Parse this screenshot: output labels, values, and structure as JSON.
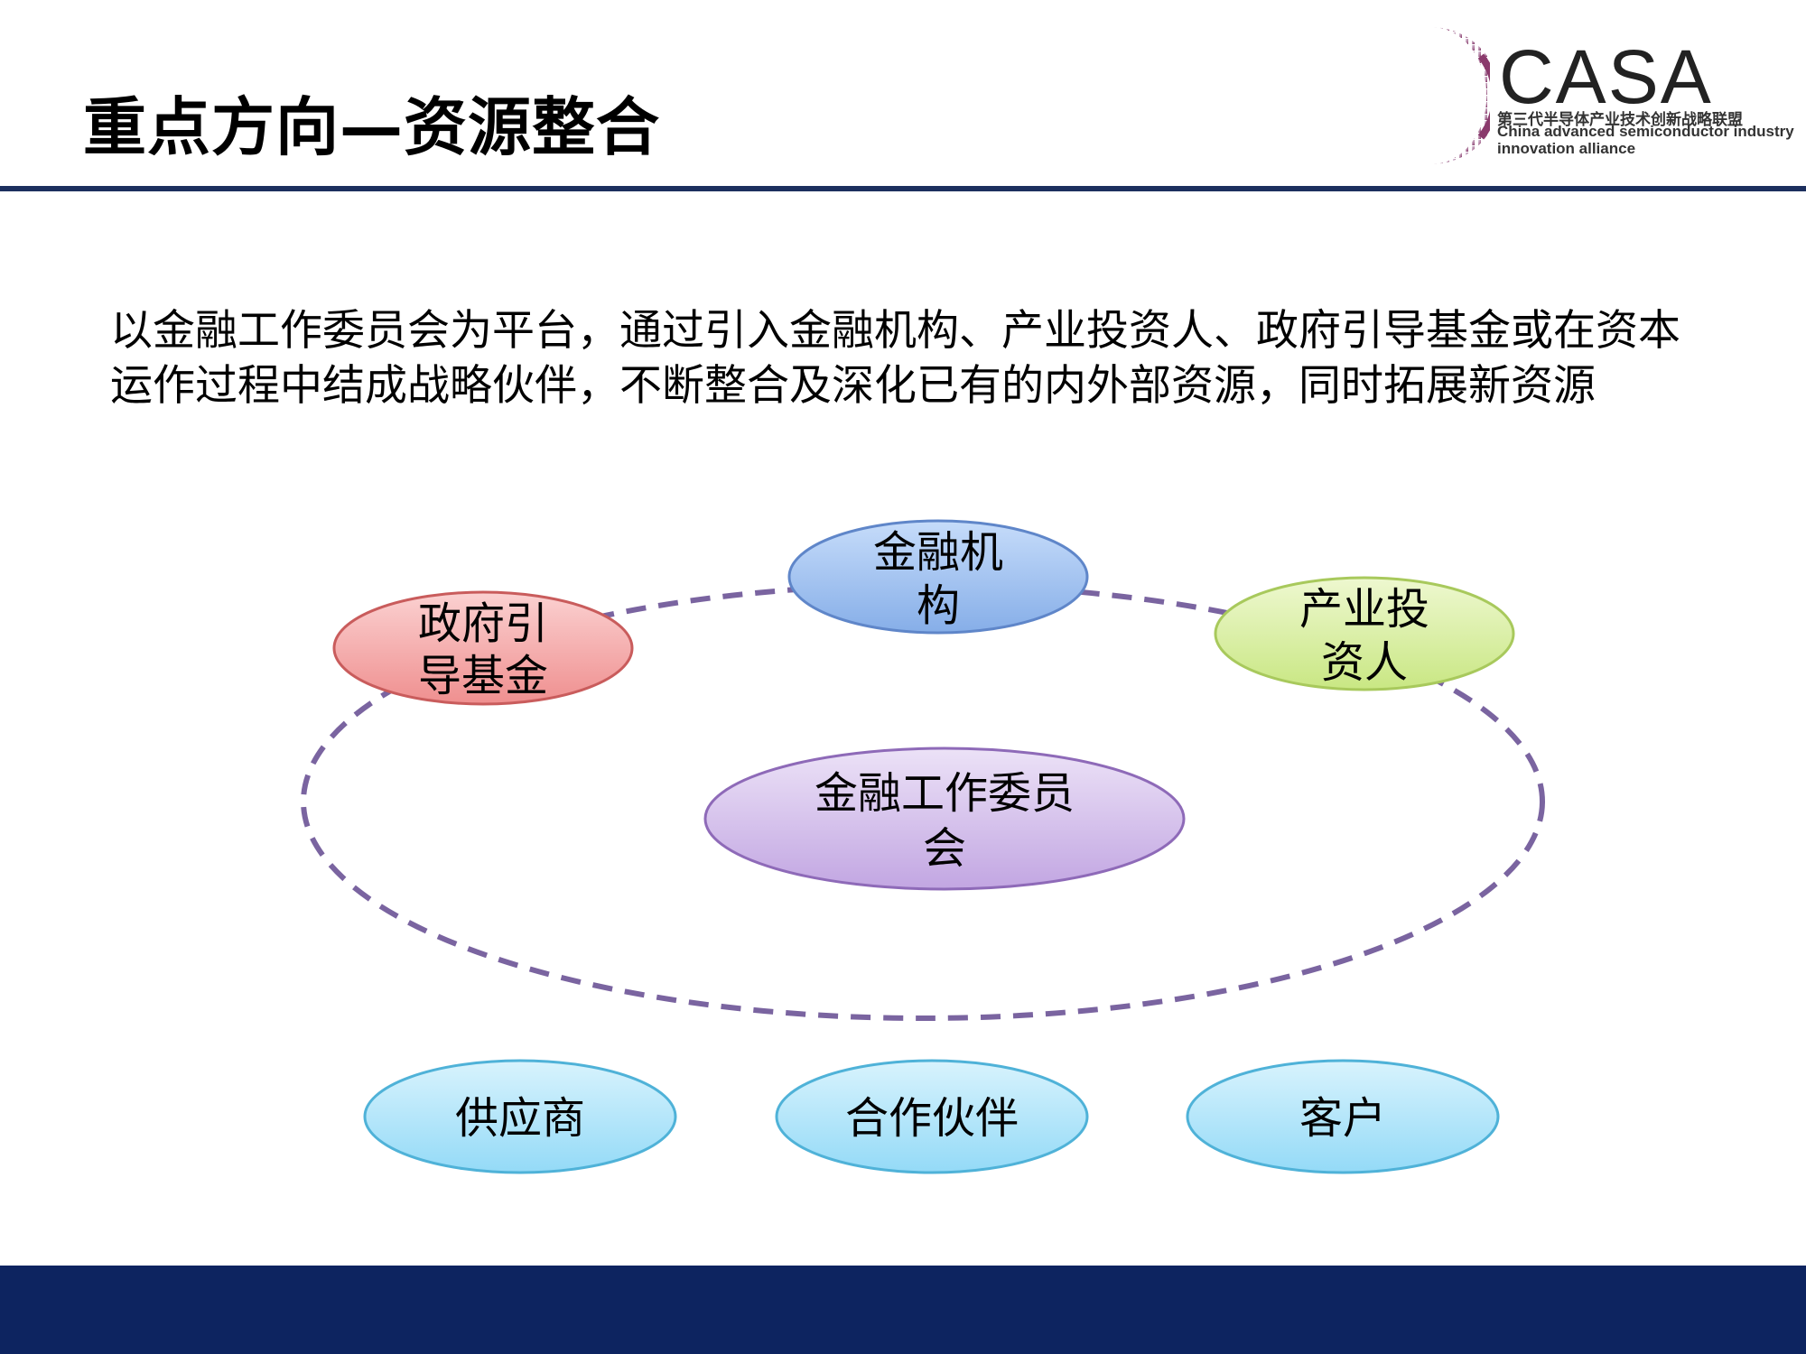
{
  "header": {
    "title": "重点方向—资源整合"
  },
  "logo": {
    "wordmark": "CASA",
    "name_cn": "第三代半导体产业技术创新战略联盟",
    "name_en": "China advanced semiconductor industry innovation alliance"
  },
  "body": {
    "text": "以金融工作委员会为平台，通过引入金融机构、产业投资人、政府引导基金或在资本运作过程中结成战略伙伴，不断整合及深化已有的内外部资源，同时拓展新资源"
  },
  "diagram": {
    "nodes": [
      {
        "id": "financial-institution",
        "lines": [
          "金融机",
          "构"
        ]
      },
      {
        "id": "government-fund",
        "lines": [
          "政府引",
          "导基金"
        ]
      },
      {
        "id": "industry-investor",
        "lines": [
          "产业投",
          "资人"
        ]
      },
      {
        "id": "finance-committee",
        "lines": [
          "金融工作委员",
          "会"
        ]
      },
      {
        "id": "supplier",
        "lines": [
          "供应商"
        ]
      },
      {
        "id": "partner",
        "lines": [
          "合作伙伴"
        ]
      },
      {
        "id": "customer",
        "lines": [
          "客户"
        ]
      }
    ]
  },
  "colors": {
    "title_rule": "#1c2f5e",
    "footer": "#0d2460",
    "dashed_ring": "#7a64a0",
    "blue_node": "#9fc0ee",
    "red_node": "#f0a4a4",
    "green_node": "#d9ee9f",
    "purple_node": "#cfbbe8",
    "cyan_node": "#b3e7fb"
  }
}
